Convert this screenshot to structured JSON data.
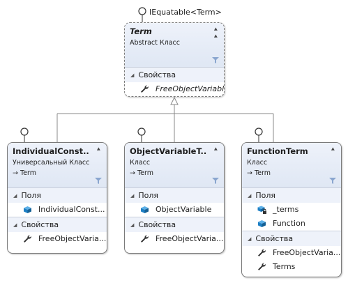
{
  "interface_label": "IEquatable<Term>",
  "term": {
    "title": "Term",
    "subtitle": "Abstract Класс",
    "sections": [
      {
        "label": "Свойства",
        "items": [
          "FreeObjectVariables"
        ]
      }
    ]
  },
  "individual": {
    "title": "IndividualConst...",
    "subtitle": "Универсальный Класс",
    "base": "→ Term",
    "sections": [
      {
        "label": "Поля",
        "items": [
          "IndividualConst..."
        ]
      },
      {
        "label": "Свойства",
        "items": [
          "FreeObjectVaria..."
        ]
      }
    ]
  },
  "objectvar": {
    "title": "ObjectVariableT...",
    "subtitle": "Класс",
    "base": "→ Term",
    "sections": [
      {
        "label": "Поля",
        "items": [
          "ObjectVariable"
        ]
      },
      {
        "label": "Свойства",
        "items": [
          "FreeObjectVaria..."
        ]
      }
    ]
  },
  "function": {
    "title": "FunctionTerm",
    "subtitle": "Класс",
    "base": "→ Term",
    "sections": [
      {
        "label": "Поля",
        "items": [
          "_terms",
          "Function"
        ]
      },
      {
        "label": "Свойства",
        "items": [
          "FreeObjectVaria...",
          "Terms"
        ]
      }
    ]
  },
  "colors": {
    "header": "#dfe7f4",
    "border": "#7a7a7a",
    "field_icon": "#1d7fc4"
  },
  "icons": {
    "field": "field-icon",
    "private_field": "private-field-icon",
    "property": "wrench-icon",
    "collapse": "double-chevron-up-icon",
    "filter": "filter-icon",
    "interface": "lollipop-icon"
  }
}
